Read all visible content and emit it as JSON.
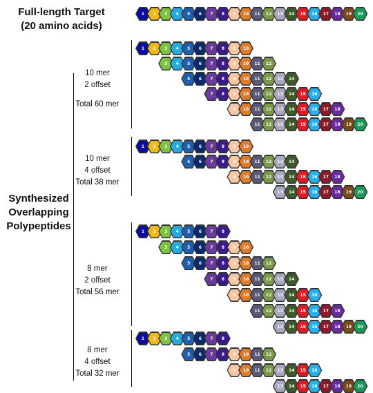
{
  "title": [
    "Full-length Target",
    "(20 amino acids)"
  ],
  "side_label": [
    "Synthesized",
    "Overlapping",
    "Polypeptides"
  ],
  "residue_colors": {
    "1": "#0b0b9c",
    "2": "#f2b817",
    "3": "#7dc242",
    "4": "#27aae1",
    "5": "#1f5fad",
    "6": "#0c2a6b",
    "7": "#6a3a9c",
    "8": "#3a1a8c",
    "9": "#f7c6a3",
    "10": "#e07b2a",
    "11": "#5a5a78",
    "12": "#7a9a4a",
    "13": "#a8a8c0",
    "14": "#3c5a2a",
    "15": "#e01b24",
    "16": "#2ab0e8",
    "17": "#8c1a2a",
    "18": "#6a2aa0",
    "19": "#7a4a1a",
    "20": "#1a9a5a"
  },
  "light_text_residues": [
    "2",
    "3",
    "9",
    "13"
  ],
  "target_residues": [
    1,
    2,
    3,
    4,
    5,
    6,
    7,
    8,
    9,
    10,
    11,
    12,
    13,
    14,
    15,
    16,
    17,
    18,
    19,
    20
  ],
  "groups": [
    {
      "label": [
        "10 mer",
        "2 offset",
        "",
        "Total 60 mer"
      ],
      "peptides": [
        [
          1,
          2,
          3,
          4,
          5,
          6,
          7,
          8,
          9,
          10
        ],
        [
          3,
          4,
          5,
          6,
          7,
          8,
          9,
          10,
          11,
          12
        ],
        [
          5,
          6,
          7,
          8,
          9,
          10,
          11,
          12,
          13,
          14
        ],
        [
          7,
          8,
          9,
          10,
          11,
          12,
          13,
          14,
          15,
          16
        ],
        [
          9,
          10,
          11,
          12,
          13,
          14,
          15,
          16,
          17,
          18
        ],
        [
          11,
          12,
          13,
          14,
          15,
          16,
          17,
          18,
          19,
          20
        ]
      ]
    },
    {
      "label": [
        "10 mer",
        "4 offset",
        "Total 38 mer"
      ],
      "peptides": [
        [
          1,
          2,
          3,
          4,
          5,
          6,
          7,
          8,
          9,
          10
        ],
        [
          5,
          6,
          7,
          8,
          9,
          10,
          11,
          12,
          13,
          14
        ],
        [
          9,
          10,
          11,
          12,
          13,
          14,
          15,
          16,
          17,
          18
        ],
        [
          13,
          14,
          15,
          16,
          17,
          18,
          19,
          20
        ]
      ]
    },
    {
      "label": [
        "8 mer",
        "2 offset",
        "Total  56 mer"
      ],
      "peptides": [
        [
          1,
          2,
          3,
          4,
          5,
          6,
          7,
          8
        ],
        [
          3,
          4,
          5,
          6,
          7,
          8,
          9,
          10
        ],
        [
          5,
          6,
          7,
          8,
          9,
          10,
          11,
          12
        ],
        [
          7,
          8,
          9,
          10,
          11,
          12,
          13,
          14
        ],
        [
          9,
          10,
          11,
          12,
          13,
          14,
          15,
          16
        ],
        [
          11,
          12,
          13,
          14,
          15,
          16,
          17,
          18
        ],
        [
          13,
          14,
          15,
          16,
          17,
          18,
          19,
          20
        ]
      ]
    },
    {
      "label": [
        "8 mer",
        "4 offset",
        "Total 32 mer"
      ],
      "peptides": [
        [
          1,
          2,
          3,
          4,
          5,
          6,
          7,
          8
        ],
        [
          5,
          6,
          7,
          8,
          9,
          10,
          11,
          12
        ],
        [
          9,
          10,
          11,
          12,
          13,
          14,
          15,
          16
        ],
        [
          13,
          14,
          15,
          16,
          17,
          18,
          19,
          20
        ]
      ]
    }
  ]
}
